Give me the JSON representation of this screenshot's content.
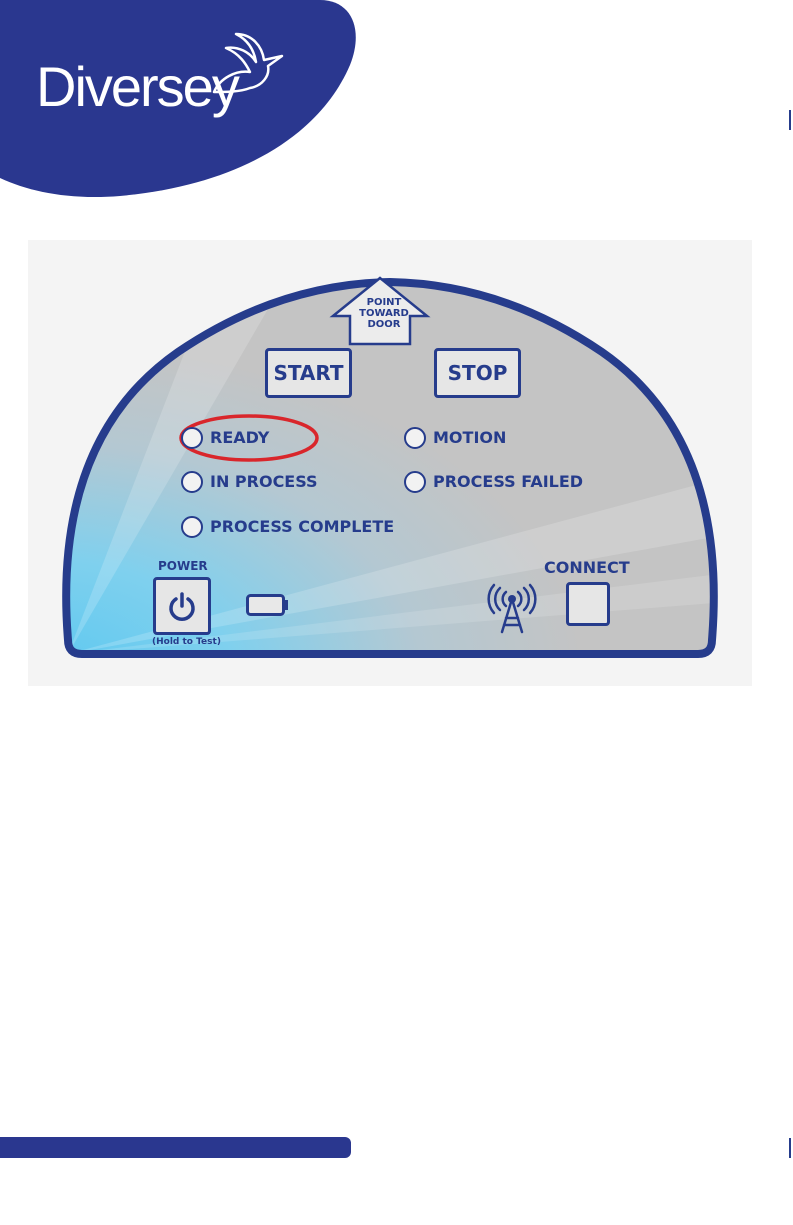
{
  "brand": {
    "name": "Diversey",
    "color": "#2a378f"
  },
  "panel": {
    "direction_arrow": {
      "lines": [
        "POINT",
        "TOWARD",
        "DOOR"
      ]
    },
    "buttons": {
      "start": "START",
      "stop": "STOP",
      "connect": "CONNECT"
    },
    "indicators": [
      {
        "label": "READY",
        "highlighted": true
      },
      {
        "label": "IN PROCESS"
      },
      {
        "label": "PROCESS COMPLETE"
      },
      {
        "label": "MOTION"
      },
      {
        "label": "PROCESS FAILED"
      }
    ],
    "power": {
      "label": "POWER",
      "note": "(Hold to Test)",
      "icon": "power-icon"
    },
    "battery_icon": "battery-icon",
    "signal_icon": "antenna-signal-icon",
    "colors": {
      "navy": "#263c8c",
      "highlight": "#d9262b",
      "panel": "#c4c4c4",
      "glow": "#5cc8f0"
    }
  }
}
